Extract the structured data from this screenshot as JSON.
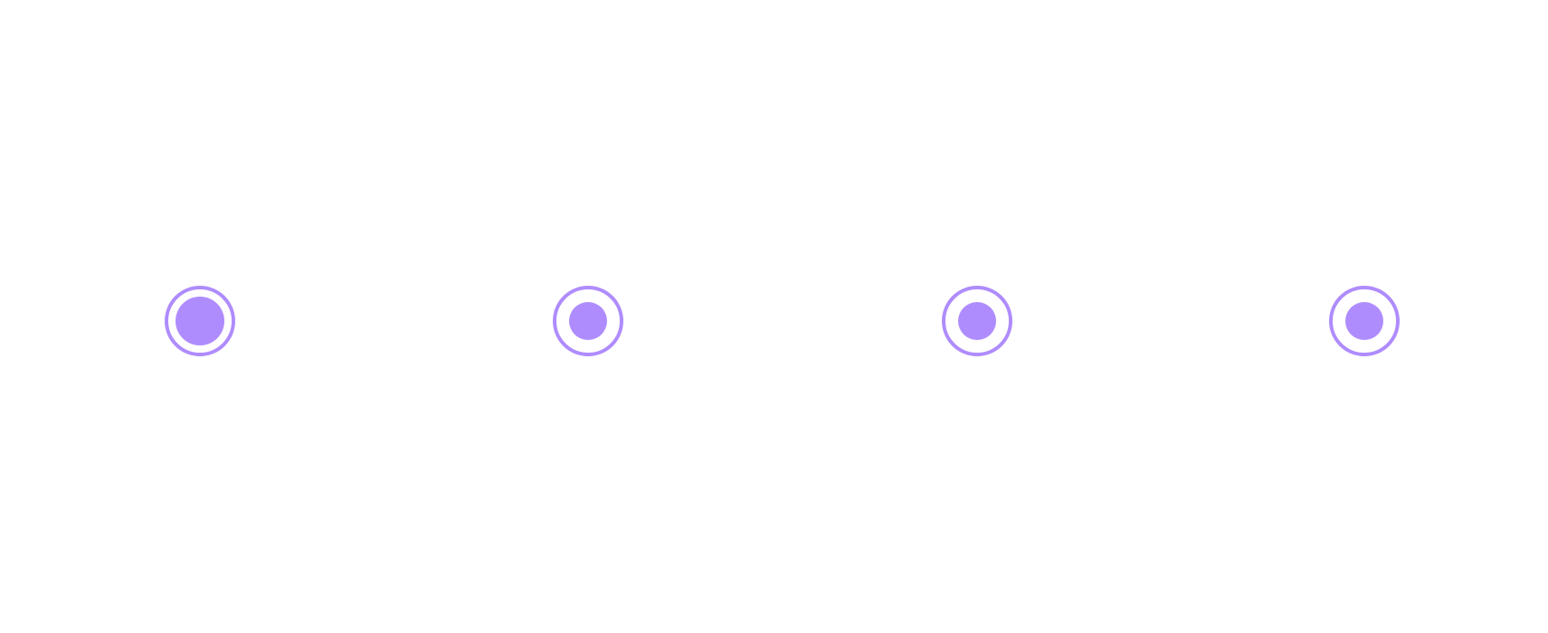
{
  "colors": {
    "accent": "#af8cfd",
    "background": "#ffffff"
  },
  "radios": [
    {
      "name": "radio-button-1",
      "checked": true,
      "variant": "large dot"
    },
    {
      "name": "radio-button-2",
      "checked": true,
      "variant": "small dot"
    },
    {
      "name": "radio-button-3",
      "checked": true,
      "variant": "small dot"
    },
    {
      "name": "radio-button-4",
      "checked": true,
      "variant": "small dot"
    }
  ]
}
